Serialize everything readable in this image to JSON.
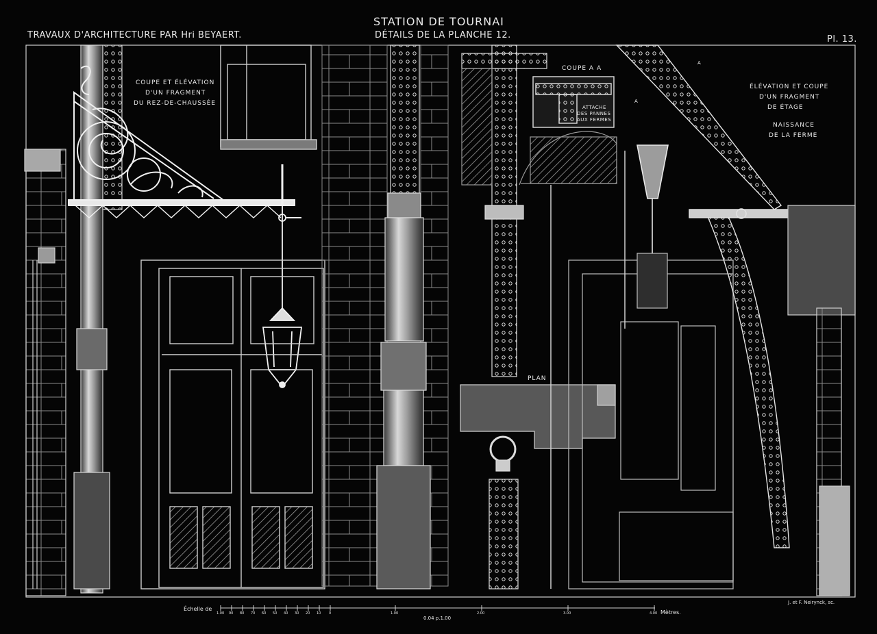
{
  "header": {
    "title": "STATION DE TOURNAI",
    "subtitle": "DÉTAILS DE LA PLANCHE 12.",
    "left": "TRAVAUX D'ARCHITECTURE PAR Hri BEYAERT.",
    "plate_no": "Pl. 13."
  },
  "labels": {
    "left_section": [
      "COUPE ET ÉLÉVATION",
      "D'UN FRAGMENT",
      "DU REZ-DE-CHAUSSÉE"
    ],
    "right_section": [
      "ÉLÉVATION ET COUPE",
      "D'UN FRAGMENT",
      "DE  ÉTAGE"
    ],
    "right_section_2": [
      "NAISSANCE",
      "DE LA FERME"
    ],
    "coupe_aa": "COUPE A A",
    "attache": [
      "ATTACHE",
      "DES PANNES",
      "AUX FERMES"
    ],
    "plan": "PLAN",
    "section_mark": "A"
  },
  "scale": {
    "prefix": "Échelle de",
    "units": "Mètres.",
    "ratio": "0.04 p.1.00",
    "ticks_small": [
      "1.00",
      "90",
      "80",
      "70",
      "60",
      "50",
      "40",
      "30",
      "20",
      "10",
      "0"
    ],
    "ticks_major": [
      "1.00",
      "2.00",
      "3.00",
      "4.00"
    ]
  },
  "credit": "J. et F. Neirynck, sc."
}
